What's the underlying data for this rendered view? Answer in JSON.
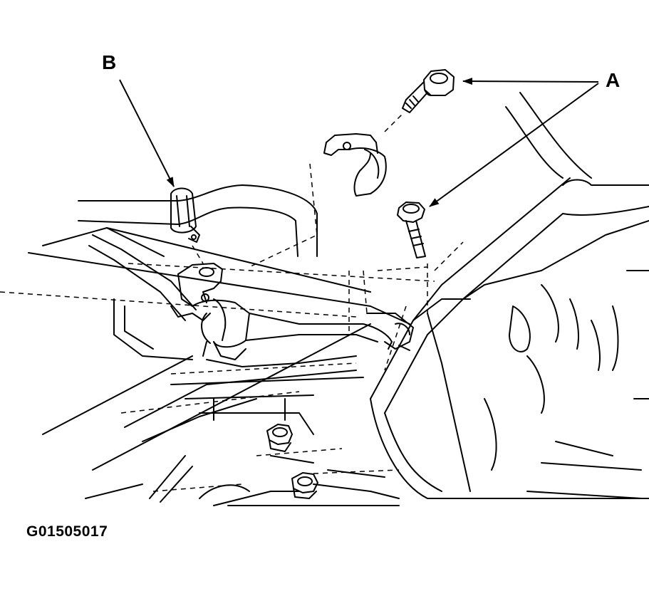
{
  "diagram": {
    "callouts": {
      "a": "A",
      "b": "B"
    },
    "figure_id": "G01505017"
  }
}
